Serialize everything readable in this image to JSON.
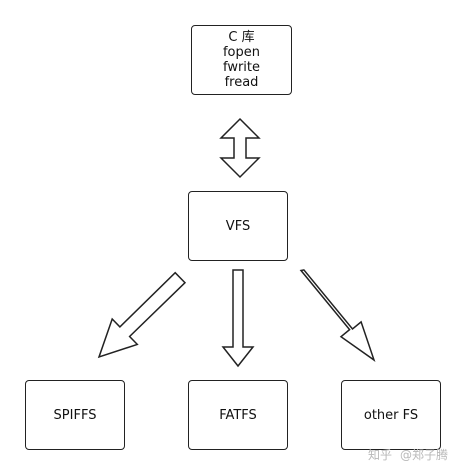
{
  "diagram": {
    "nodes": {
      "c_lib": {
        "lines": [
          "C 库",
          "fopen",
          "fwrite",
          "fread"
        ]
      },
      "vfs": {
        "label": "VFS"
      },
      "spiffs": {
        "label": "SPIFFS"
      },
      "fatfs": {
        "label": "FATFS"
      },
      "other_fs": {
        "label": "other FS"
      }
    },
    "edges": [
      {
        "from": "c_lib",
        "to": "vfs",
        "style": "double-headed hollow arrow"
      },
      {
        "from": "vfs",
        "to": "spiffs",
        "style": "hollow arrow"
      },
      {
        "from": "vfs",
        "to": "fatfs",
        "style": "hollow arrow"
      },
      {
        "from": "vfs",
        "to": "other_fs",
        "style": "hollow arrow"
      }
    ]
  },
  "watermark": {
    "brand": "知乎",
    "author": "@郑子腾"
  },
  "colors": {
    "stroke": "#222222",
    "background": "#ffffff",
    "watermark": "#b9b9b9"
  }
}
